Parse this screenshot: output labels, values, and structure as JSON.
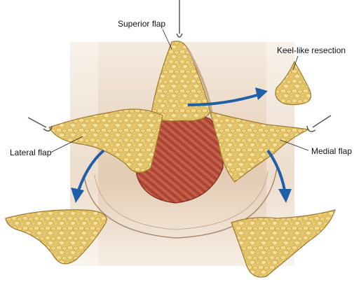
{
  "labels": {
    "superior_flap": "Superior flap",
    "keel_resection": "Keel-like resection",
    "lateral_flap": "Lateral flap",
    "medial_flap": "Medial flap"
  },
  "colors": {
    "skin": "#e8d4bd",
    "skin_shadow": "#c9a98a",
    "fat": "#e6c66a",
    "fat_light": "#f2dc8c",
    "fat_edge": "#b98f36",
    "muscle": "#b8503c",
    "muscle_dark": "#8f3426",
    "arrow": "#1f5fa8",
    "hook": "#555555"
  }
}
